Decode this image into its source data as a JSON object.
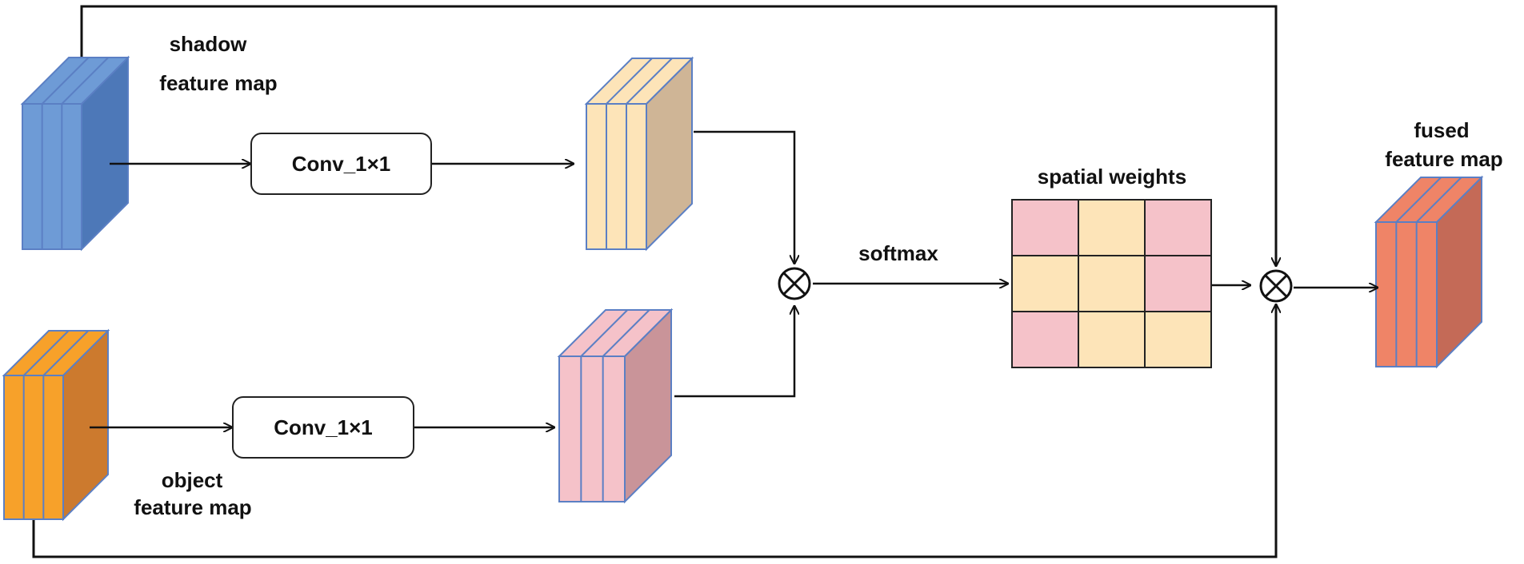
{
  "labels": {
    "shadow_line1": "shadow",
    "shadow_line2": "feature map",
    "object_line1": "object",
    "object_line2": "feature map",
    "conv_top": "Conv_1×1",
    "conv_bottom": "Conv_1×1",
    "softmax": "softmax",
    "spatial_weights": "spatial weights",
    "fused_line1": "fused",
    "fused_line2": "feature map"
  },
  "colors": {
    "shadow_map": "#6e9bd6",
    "shadow_map_side": "#4d78b8",
    "object_map": "#f7a12a",
    "object_map_side": "#cc7a2e",
    "query_map": "#fde4b8",
    "query_map_side": "#cfb596",
    "key_map": "#f5c2c9",
    "key_map_side": "#c99499",
    "fused_map": "#ef8467",
    "fused_map_side": "#c46a57",
    "weight_pink": "#f5c2c9",
    "weight_peach": "#fde4b8",
    "line": "#111111",
    "cube_edge": "#5b7fc4"
  },
  "spatial_weights_grid": [
    [
      "pink",
      "peach",
      "pink"
    ],
    [
      "peach",
      "peach",
      "pink"
    ],
    [
      "pink",
      "peach",
      "peach"
    ]
  ],
  "operators": [
    "multiply-top",
    "multiply-right"
  ]
}
